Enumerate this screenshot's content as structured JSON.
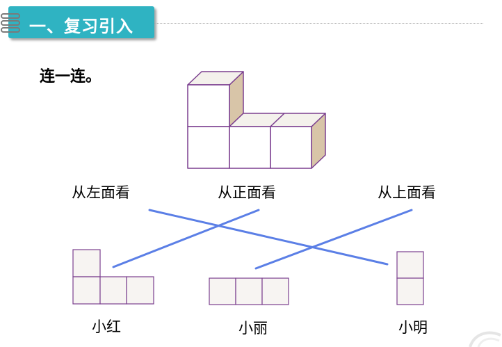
{
  "header": {
    "title": "一、复习引入"
  },
  "instruction": "连一连。",
  "views": {
    "left": "从左面看",
    "front": "从正面看",
    "top": "从上面看"
  },
  "people": {
    "first": "小红",
    "second": "小丽",
    "third": "小明"
  },
  "colors": {
    "banner": "#2fb3c2",
    "cube_edge": "#7b3f8f",
    "cube_front": "#ffffff",
    "cube_top": "#f4f1ec",
    "cube_side": "#d8c5a8",
    "tile_fill": "#f7f4f2",
    "connector": "#5b7fe6"
  },
  "connections": [
    {
      "from": "从左面看",
      "to": "小明"
    },
    {
      "from": "从正面看",
      "to": "小红"
    },
    {
      "from": "从上面看",
      "to": "小丽"
    }
  ]
}
